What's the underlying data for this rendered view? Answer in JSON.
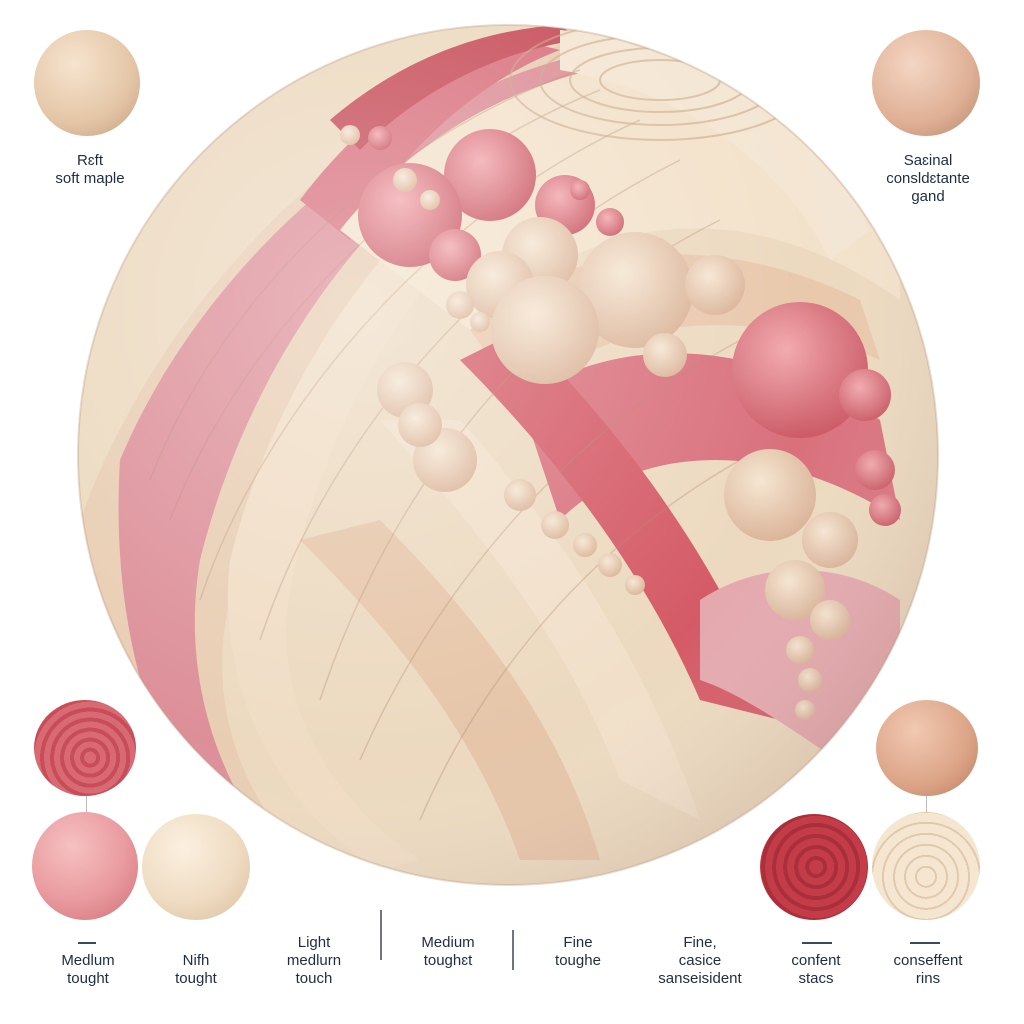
{
  "corner_labels": {
    "top_left": [
      "Rɛft",
      "soft maple"
    ],
    "top_right": [
      "Saɛinal",
      "consldɛtante",
      "gand"
    ]
  },
  "bottom_labels": [
    [
      "Medlum",
      "tought"
    ],
    [
      "Nifh",
      "tought"
    ],
    [
      "Light",
      "medlurn",
      "touch"
    ],
    [
      "Medium",
      "toughɛt"
    ],
    [
      "Fine",
      "toughe"
    ],
    [
      "Fine,",
      "casice",
      "sanseisident"
    ],
    [
      "confent",
      "stacs"
    ],
    [
      "conseffent",
      "rins"
    ]
  ],
  "colors": {
    "cream_wood": "#eedcc4",
    "pink_wood": "#df8c95",
    "red_wood": "#c9454f",
    "tan_wood": "#dfb59a",
    "label_text": "#1e2d44"
  }
}
